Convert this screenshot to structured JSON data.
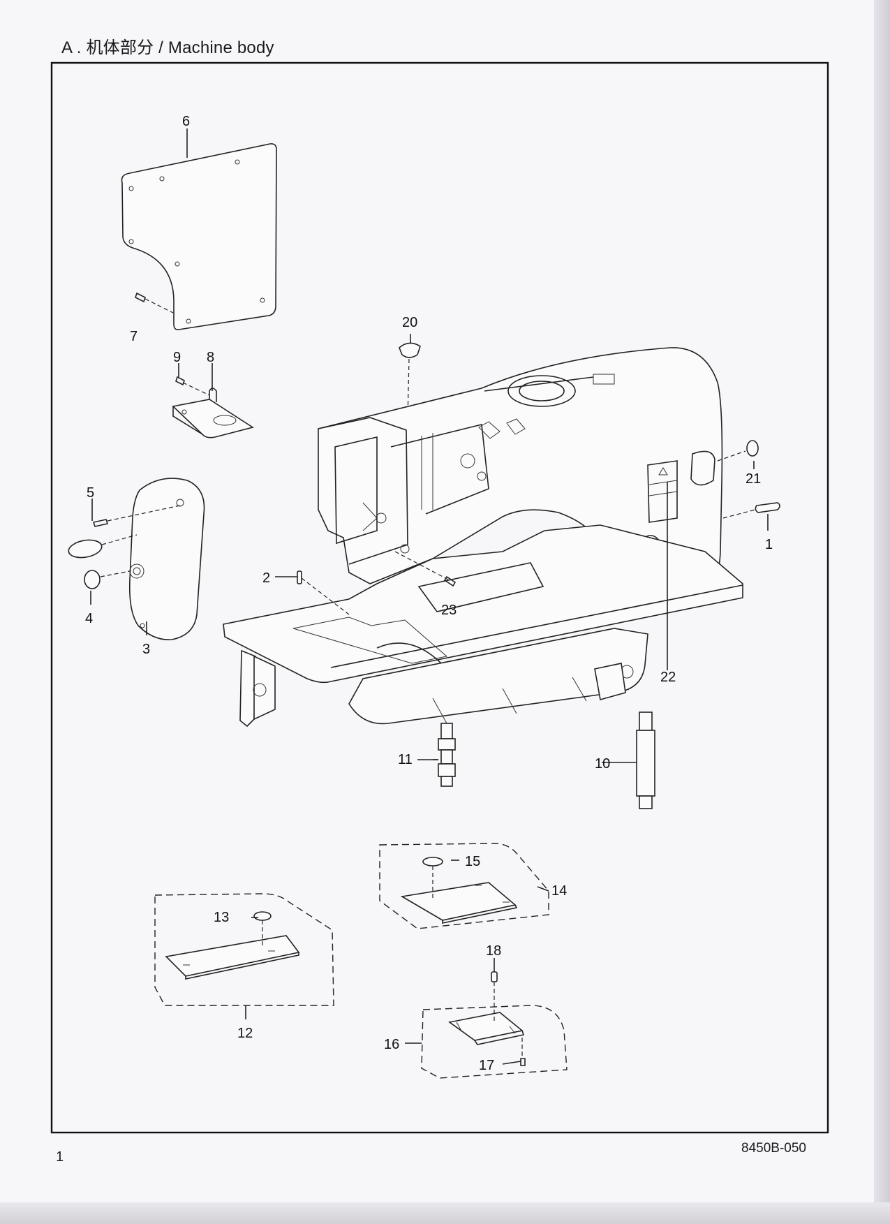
{
  "header": {
    "title": "A . 机体部分 / Machine body"
  },
  "footer": {
    "page_number": "1",
    "doc_code": "8450B-050"
  },
  "parts": {
    "p1": "1",
    "p2": "2",
    "p3": "3",
    "p4": "4",
    "p5": "5",
    "p6": "6",
    "p7": "7",
    "p8": "8",
    "p9": "9",
    "p10": "10",
    "p11": "11",
    "p12": "12",
    "p13": "13",
    "p14": "14",
    "p15": "15",
    "p16": "16",
    "p17": "17",
    "p18": "18",
    "p20": "20",
    "p21": "21",
    "p22": "22",
    "p23": "23"
  }
}
